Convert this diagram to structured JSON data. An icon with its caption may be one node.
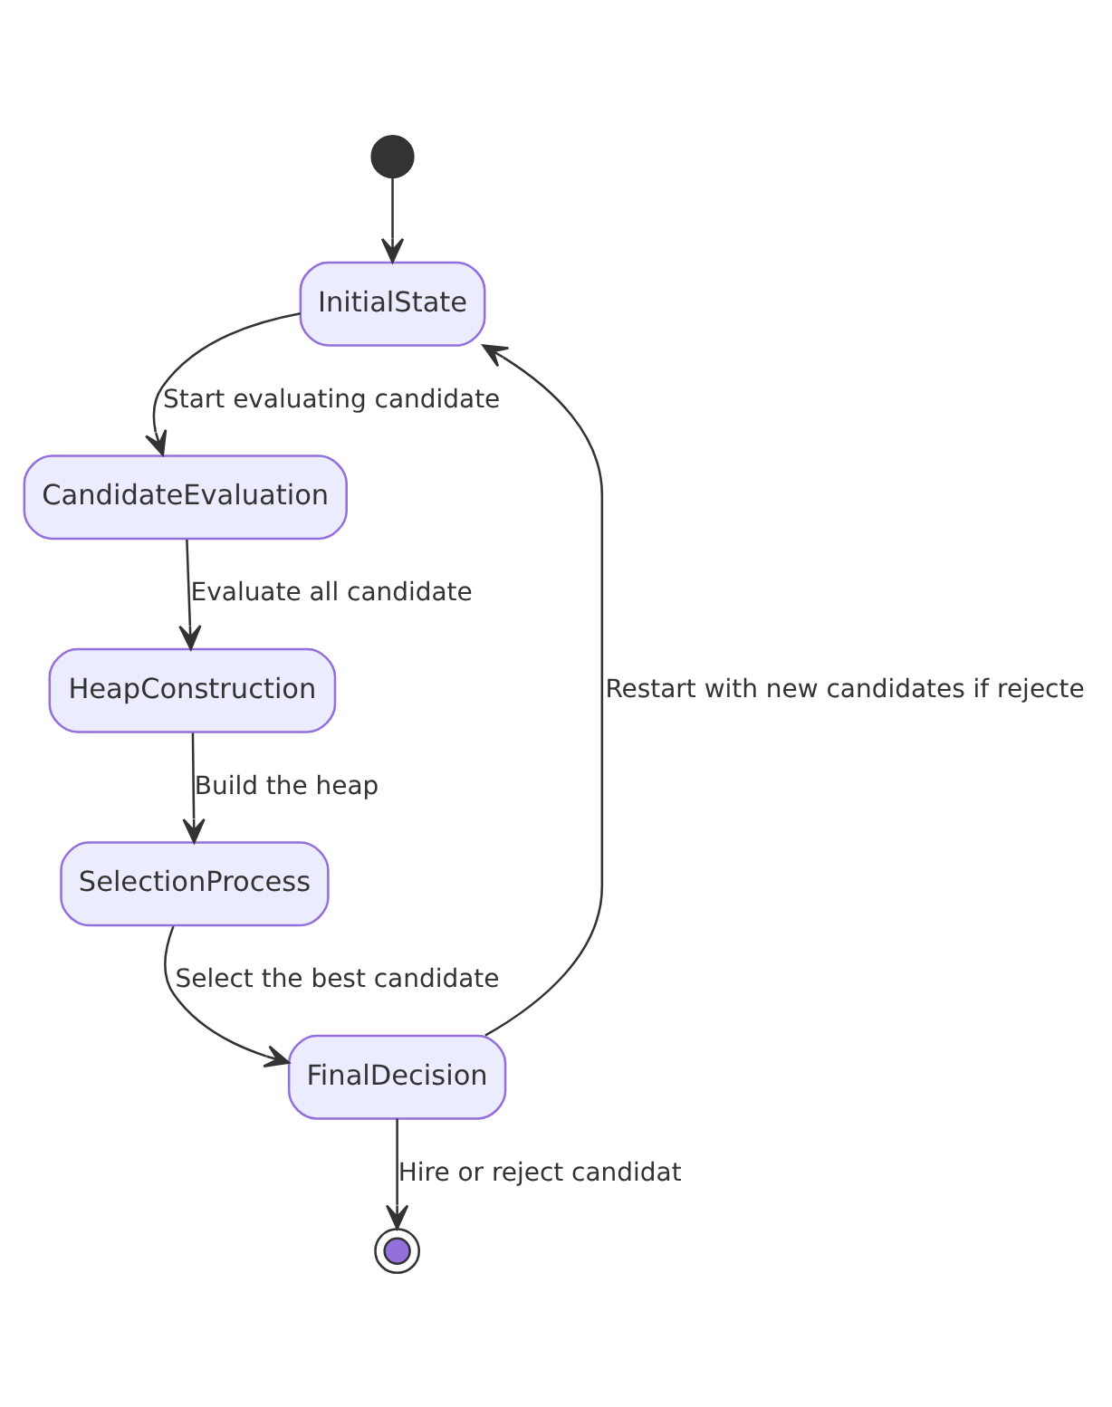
{
  "diagram": {
    "nodes": [
      {
        "text": [],
        "shape": "circle"
      },
      {
        "text": [
          "InitialState"
        ]
      },
      {
        "text": [
          "CandidateEvaluation"
        ]
      },
      {
        "text": [
          "HeapConstruction"
        ]
      },
      {
        "text": [
          "SelectionProcess"
        ]
      },
      {
        "text": [
          "FinalDecision"
        ]
      },
      {
        "text": [],
        "shape": "doublecircle"
      }
    ],
    "edges": [
      {
        "from": 0,
        "to": 1,
        "arrow": "to"
      },
      {
        "from": 1,
        "to": 2,
        "arrow": "to",
        "label": "Start evaluating candidate"
      },
      {
        "from": 2,
        "to": 3,
        "arrow": "to",
        "label": "Evaluate all candidate"
      },
      {
        "from": 3,
        "to": 4,
        "arrow": "to",
        "label": "Build the heap"
      },
      {
        "from": 4,
        "to": 5,
        "arrow": "to",
        "label": "Select the best candidate"
      },
      {
        "from": 5,
        "to": 1,
        "arrow": "to",
        "label": "Restart with new candidates if rejecte"
      },
      {
        "from": 5,
        "to": 6,
        "arrow": "to",
        "label": "Hire or reject candidat"
      }
    ]
  }
}
